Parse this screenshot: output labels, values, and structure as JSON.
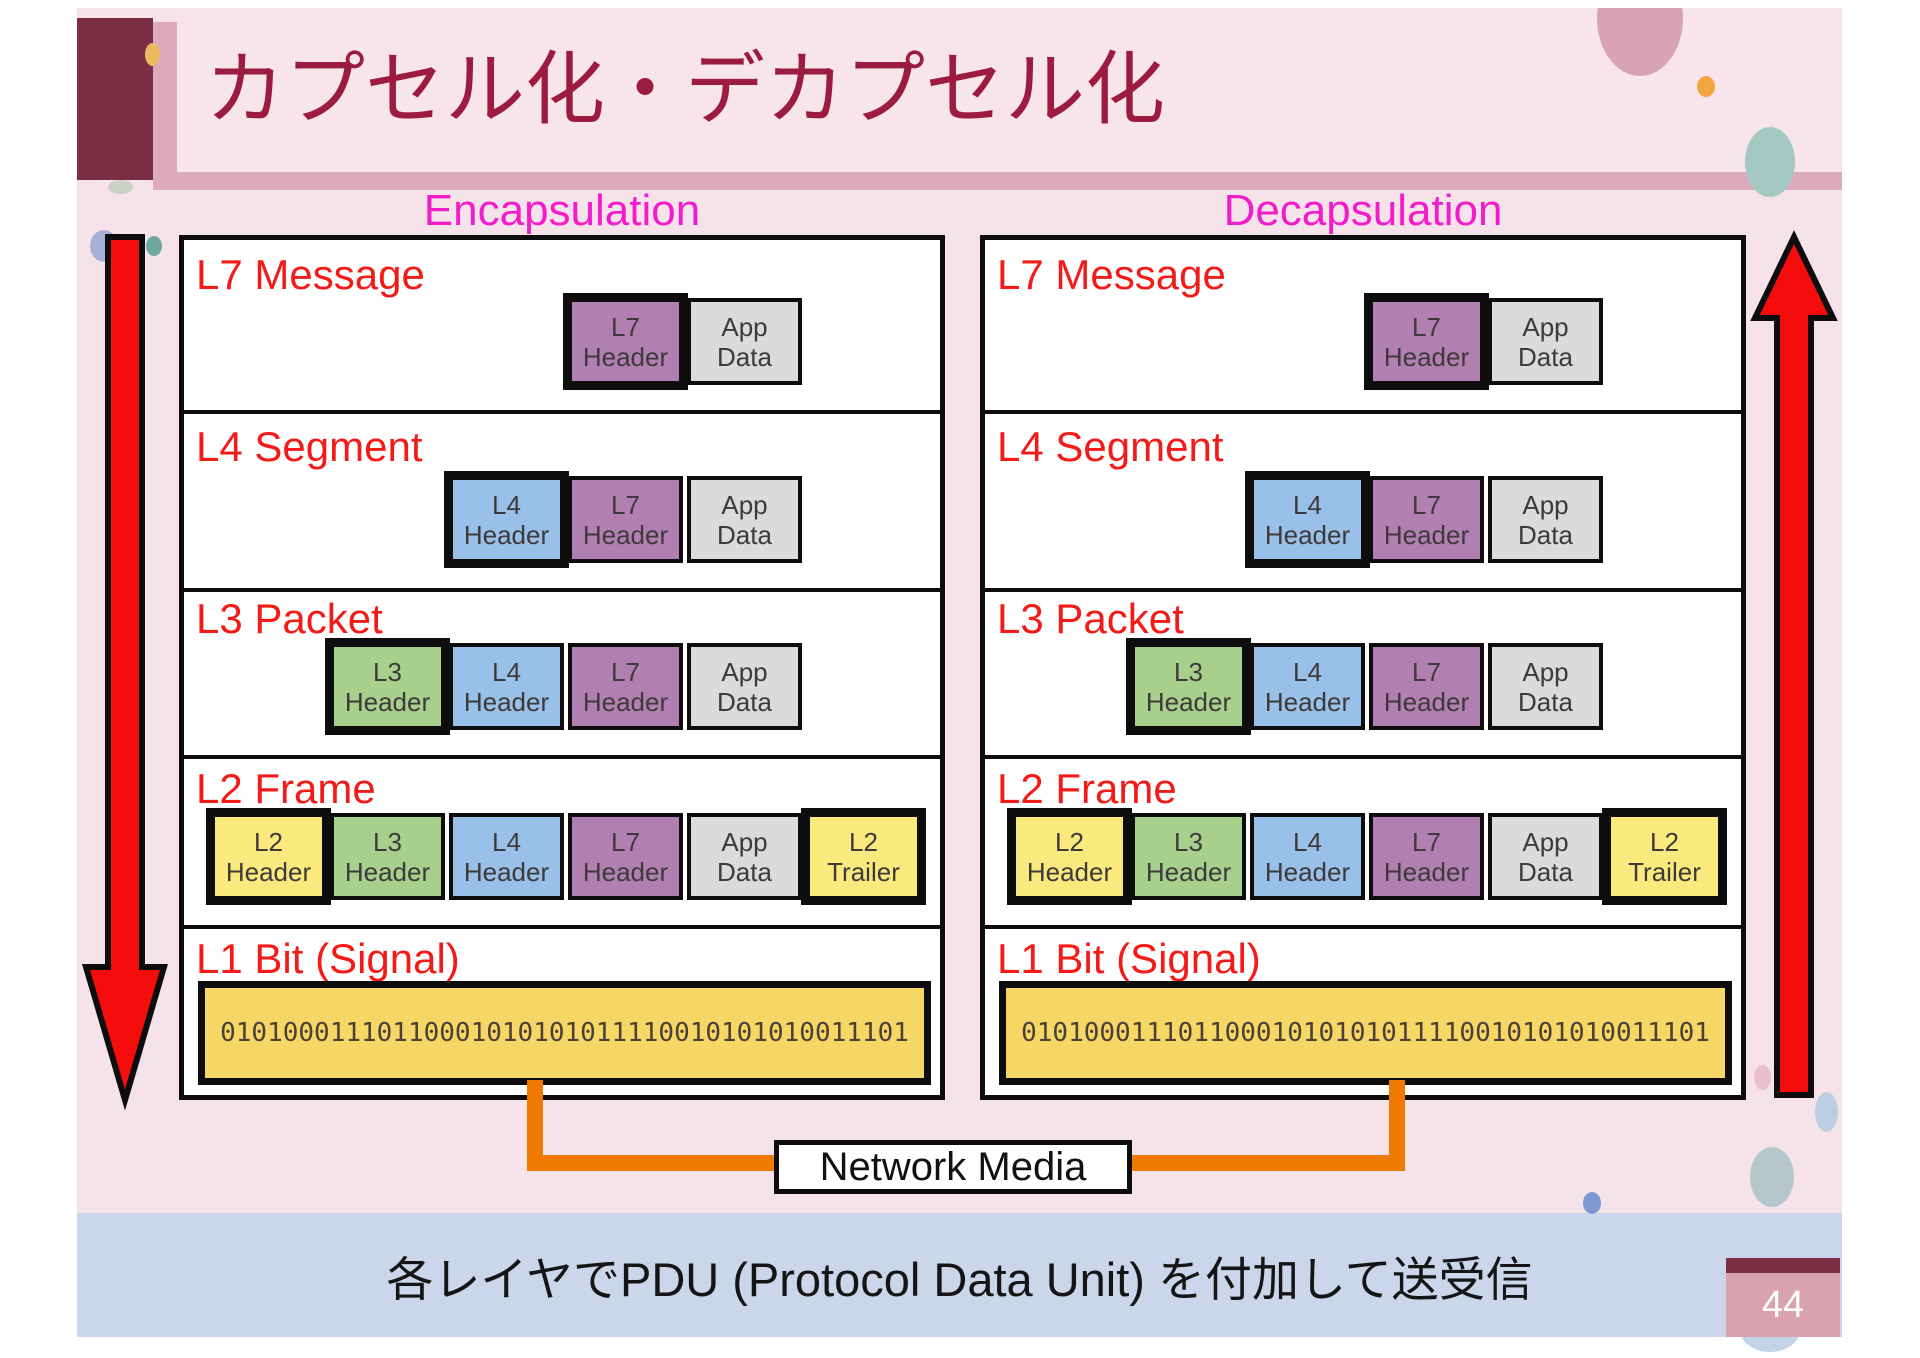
{
  "slide": {
    "title": "カプセル化・デカプセル化",
    "footer_text": "各レイヤでPDU (Protocol Data Unit) を付加して送受信",
    "page_number": "44",
    "network_media_label": "Network Media",
    "binary_string": "01010001110110001010101011110010101010011101"
  },
  "panels": [
    {
      "id": "encapsulation",
      "label": "Encapsulation",
      "direction": "down",
      "rows": [
        {
          "label": "L7 Message",
          "boxes": [
            {
              "line1": "L7",
              "line2": "Header",
              "type": "l7",
              "highlighted": true
            },
            {
              "line1": "App",
              "line2": "Data",
              "type": "app",
              "highlighted": false
            }
          ]
        },
        {
          "label": "L4 Segment",
          "boxes": [
            {
              "line1": "L4",
              "line2": "Header",
              "type": "l4",
              "highlighted": true
            },
            {
              "line1": "L7",
              "line2": "Header",
              "type": "l7",
              "highlighted": false
            },
            {
              "line1": "App",
              "line2": "Data",
              "type": "app",
              "highlighted": false
            }
          ]
        },
        {
          "label": "L3 Packet",
          "boxes": [
            {
              "line1": "L3",
              "line2": "Header",
              "type": "l3",
              "highlighted": true
            },
            {
              "line1": "L4",
              "line2": "Header",
              "type": "l4",
              "highlighted": false
            },
            {
              "line1": "L7",
              "line2": "Header",
              "type": "l7",
              "highlighted": false
            },
            {
              "line1": "App",
              "line2": "Data",
              "type": "app",
              "highlighted": false
            }
          ]
        },
        {
          "label": "L2 Frame",
          "boxes": [
            {
              "line1": "L2",
              "line2": "Header",
              "type": "l2",
              "highlighted": true
            },
            {
              "line1": "L3",
              "line2": "Header",
              "type": "l3",
              "highlighted": false
            },
            {
              "line1": "L4",
              "line2": "Header",
              "type": "l4",
              "highlighted": false
            },
            {
              "line1": "L7",
              "line2": "Header",
              "type": "l7",
              "highlighted": false
            },
            {
              "line1": "App",
              "line2": "Data",
              "type": "app",
              "highlighted": false
            },
            {
              "line1": "L2",
              "line2": "Trailer",
              "type": "l2",
              "highlighted": true
            }
          ]
        },
        {
          "label": "L1 Bit (Signal)"
        }
      ]
    },
    {
      "id": "decapsulation",
      "label": "Decapsulation",
      "direction": "up",
      "rows": [
        {
          "label": "L7 Message",
          "boxes": [
            {
              "line1": "L7",
              "line2": "Header",
              "type": "l7",
              "highlighted": true
            },
            {
              "line1": "App",
              "line2": "Data",
              "type": "app",
              "highlighted": false
            }
          ]
        },
        {
          "label": "L4 Segment",
          "boxes": [
            {
              "line1": "L4",
              "line2": "Header",
              "type": "l4",
              "highlighted": true
            },
            {
              "line1": "L7",
              "line2": "Header",
              "type": "l7",
              "highlighted": false
            },
            {
              "line1": "App",
              "line2": "Data",
              "type": "app",
              "highlighted": false
            }
          ]
        },
        {
          "label": "L3 Packet",
          "boxes": [
            {
              "line1": "L3",
              "line2": "Header",
              "type": "l3",
              "highlighted": true
            },
            {
              "line1": "L4",
              "line2": "Header",
              "type": "l4",
              "highlighted": false
            },
            {
              "line1": "L7",
              "line2": "Header",
              "type": "l7",
              "highlighted": false
            },
            {
              "line1": "App",
              "line2": "Data",
              "type": "app",
              "highlighted": false
            }
          ]
        },
        {
          "label": "L2 Frame",
          "boxes": [
            {
              "line1": "L2",
              "line2": "Header",
              "type": "l2",
              "highlighted": true
            },
            {
              "line1": "L3",
              "line2": "Header",
              "type": "l3",
              "highlighted": false
            },
            {
              "line1": "L4",
              "line2": "Header",
              "type": "l4",
              "highlighted": false
            },
            {
              "line1": "L7",
              "line2": "Header",
              "type": "l7",
              "highlighted": false
            },
            {
              "line1": "App",
              "line2": "Data",
              "type": "app",
              "highlighted": false
            },
            {
              "line1": "L2",
              "line2": "Trailer",
              "type": "l2",
              "highlighted": true
            }
          ]
        },
        {
          "label": "L1 Bit (Signal)"
        }
      ]
    }
  ],
  "colors": {
    "slide_background": "#F6E3EA",
    "title_band": "#F8E4EB",
    "title_shadow": "#DBABBC",
    "maroon_accent": "#7A2F44",
    "title_text": "#9B1C40",
    "layer_label_red": "#F31B18",
    "column_label_magenta": "#F21CCB",
    "l7_header_purple": "#B27FB3",
    "l4_header_blue": "#98C0E8",
    "l3_header_green": "#A8D08D",
    "l2_yellow": "#FAE97C",
    "app_data_gray": "#DBDBDB",
    "signal_gold": "#F6D665",
    "connector_orange": "#F07A00",
    "footer_bar_blue": "#CBD6EA",
    "arrow_red": "#F50D0D",
    "page_number_rose": "#D9A2AF"
  }
}
